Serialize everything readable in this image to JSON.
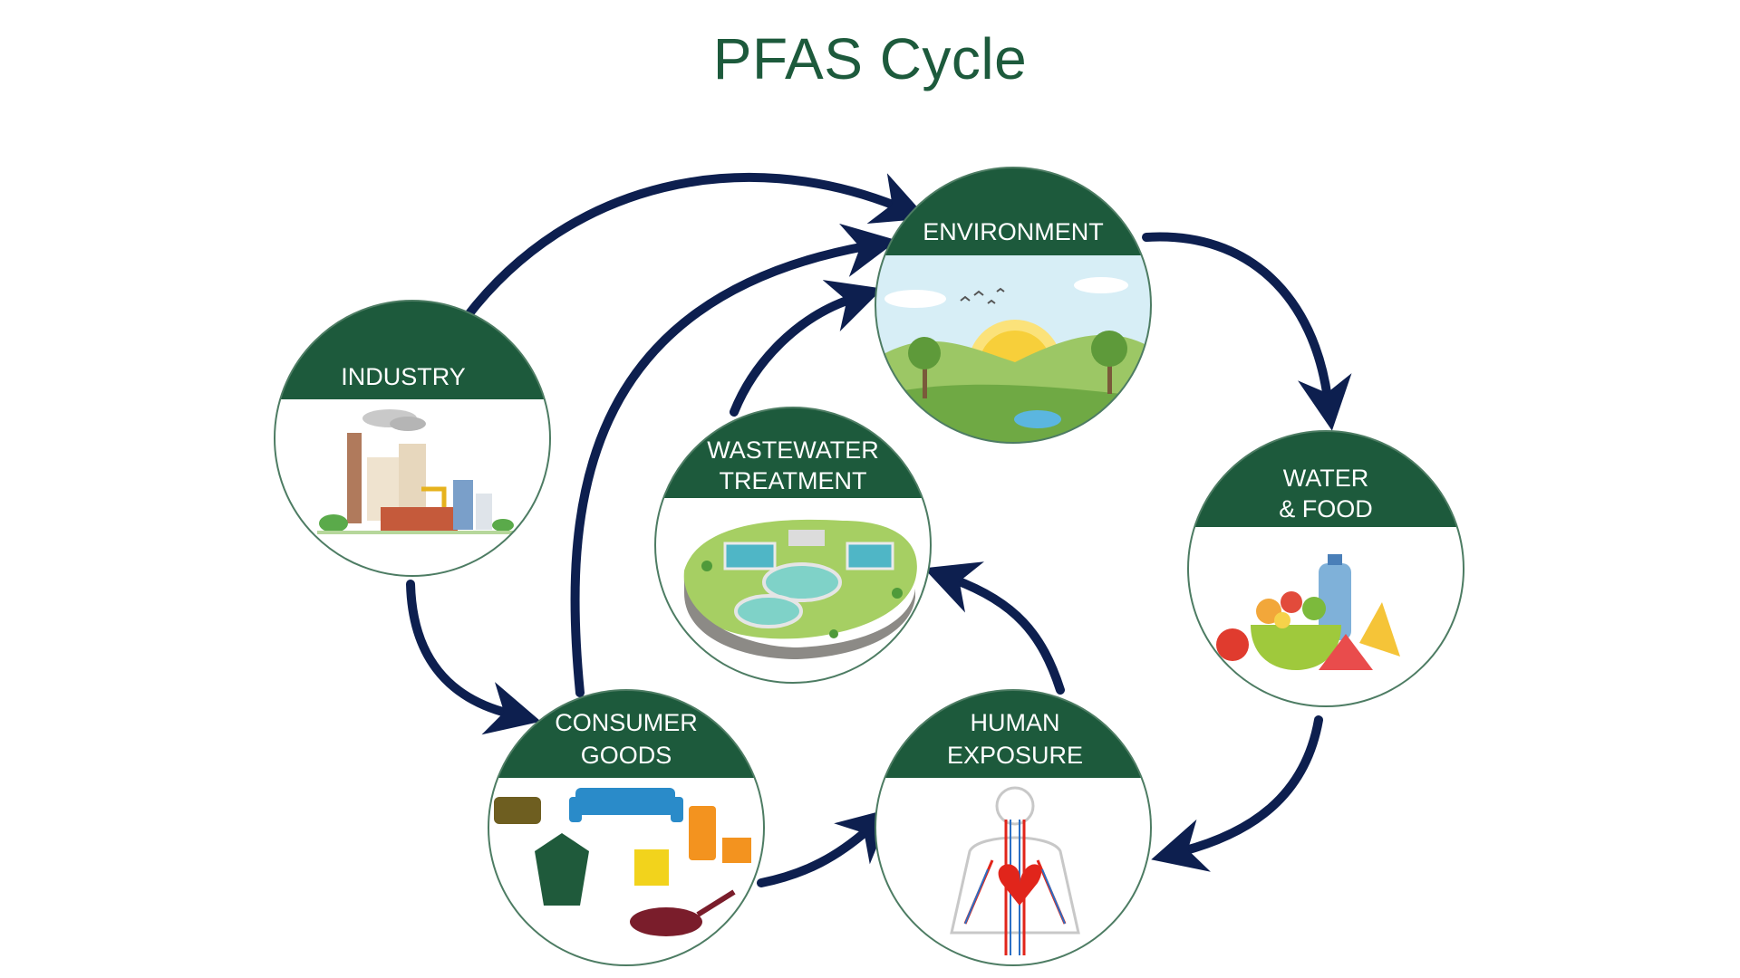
{
  "title": "PFAS Cycle",
  "colors": {
    "header_green": "#1d5a3c",
    "arrow_navy": "#0d1f4f",
    "circle_border": "#4d7c63"
  },
  "nodes": [
    {
      "id": "environment",
      "lines": [
        "ENVIRONMENT"
      ],
      "icon": "landscape-sun-icon"
    },
    {
      "id": "industry",
      "lines": [
        "INDUSTRY"
      ],
      "icon": "factory-icon"
    },
    {
      "id": "wastewater",
      "lines": [
        "WASTEWATER",
        "TREATMENT"
      ],
      "icon": "treatment-plant-icon"
    },
    {
      "id": "water-food",
      "lines": [
        "WATER",
        "& FOOD"
      ],
      "icon": "food-bowl-icon"
    },
    {
      "id": "consumer-goods",
      "lines": [
        "CONSUMER",
        "GOODS"
      ],
      "icon": "household-goods-icon"
    },
    {
      "id": "human-exposure",
      "lines": [
        "HUMAN",
        "EXPOSURE"
      ],
      "icon": "circulatory-system-icon"
    }
  ]
}
